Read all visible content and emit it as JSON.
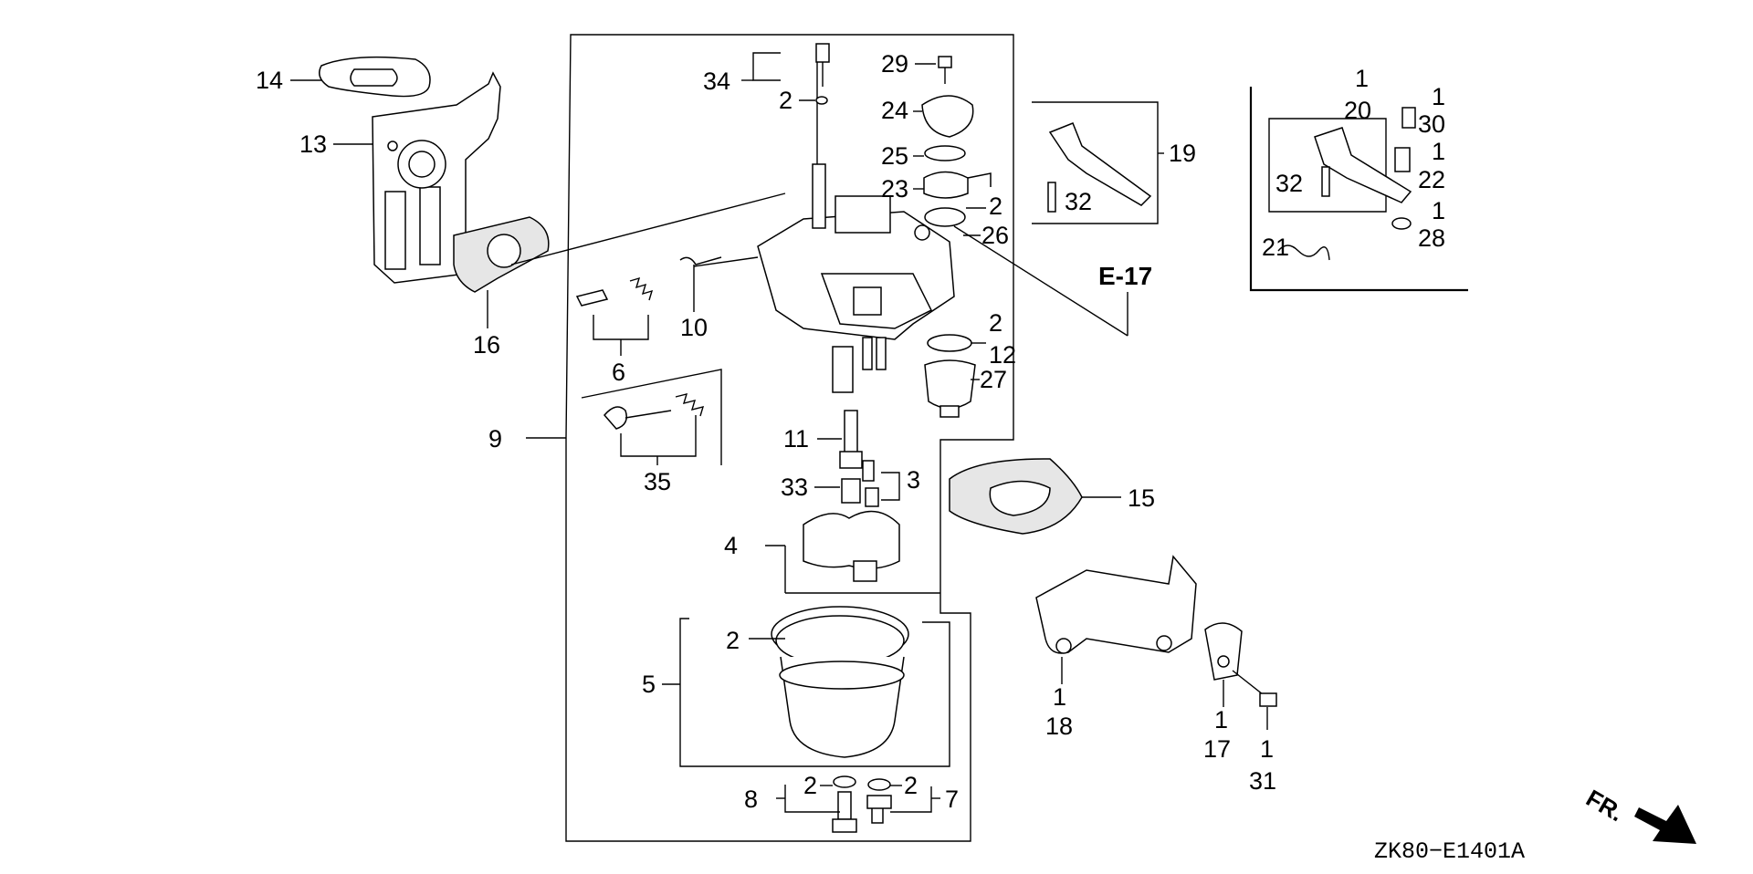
{
  "diagram": {
    "callouts": {
      "c14": "14",
      "c13": "13",
      "c16": "16",
      "c34": "34",
      "c2a": "2",
      "c29": "29",
      "c24": "24",
      "c25": "25",
      "c23": "23",
      "c2b": "2",
      "c26": "26",
      "c19": "19",
      "c32a": "32",
      "c6": "6",
      "c10": "10",
      "c35": "35",
      "c9": "9",
      "c2c": "2",
      "c12": "12",
      "c27": "27",
      "c11": "11",
      "c33": "33",
      "c3": "3",
      "c4": "4",
      "c15": "15",
      "c2d": "2",
      "c5": "5",
      "c2e": "2",
      "c2f": "2",
      "c8": "8",
      "c7": "7",
      "c1a": "1",
      "c20": "20",
      "c1b": "1",
      "c30": "30",
      "c32b": "32",
      "c1c": "1",
      "c22": "22",
      "c1d": "1",
      "c28": "28",
      "c21": "21",
      "c1e": "1",
      "c18": "18",
      "c1f": "1",
      "c17": "17",
      "c1g": "1",
      "c31": "31"
    },
    "reference": "E-17",
    "direction": "FR.",
    "diagram_code": "ZK80−E1401A"
  }
}
